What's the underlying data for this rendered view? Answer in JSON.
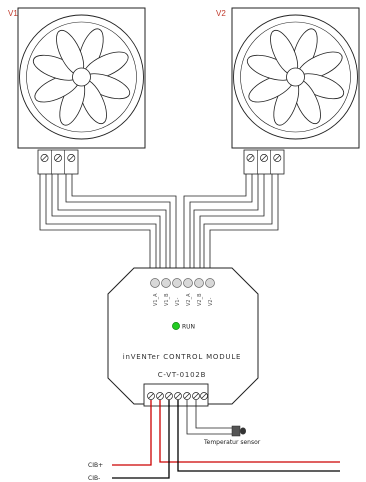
{
  "fans": [
    {
      "label": "V1"
    },
    {
      "label": "V2"
    }
  ],
  "module": {
    "name": "inVENTer CONTROL MODULE",
    "model": "C-VT-0102B",
    "led_label": "RUN",
    "led_color": "#22cc22",
    "pin_labels": [
      "V1_A",
      "V1_B",
      "V1-",
      "V2_A",
      "V2_B",
      "V2-"
    ]
  },
  "wiring": {
    "sensor_label": "Temperatur sensor",
    "power_pos_label": "CIB+",
    "power_neg_label": "CIB-",
    "positive_color": "#cc0000",
    "negative_color": "#000000"
  }
}
